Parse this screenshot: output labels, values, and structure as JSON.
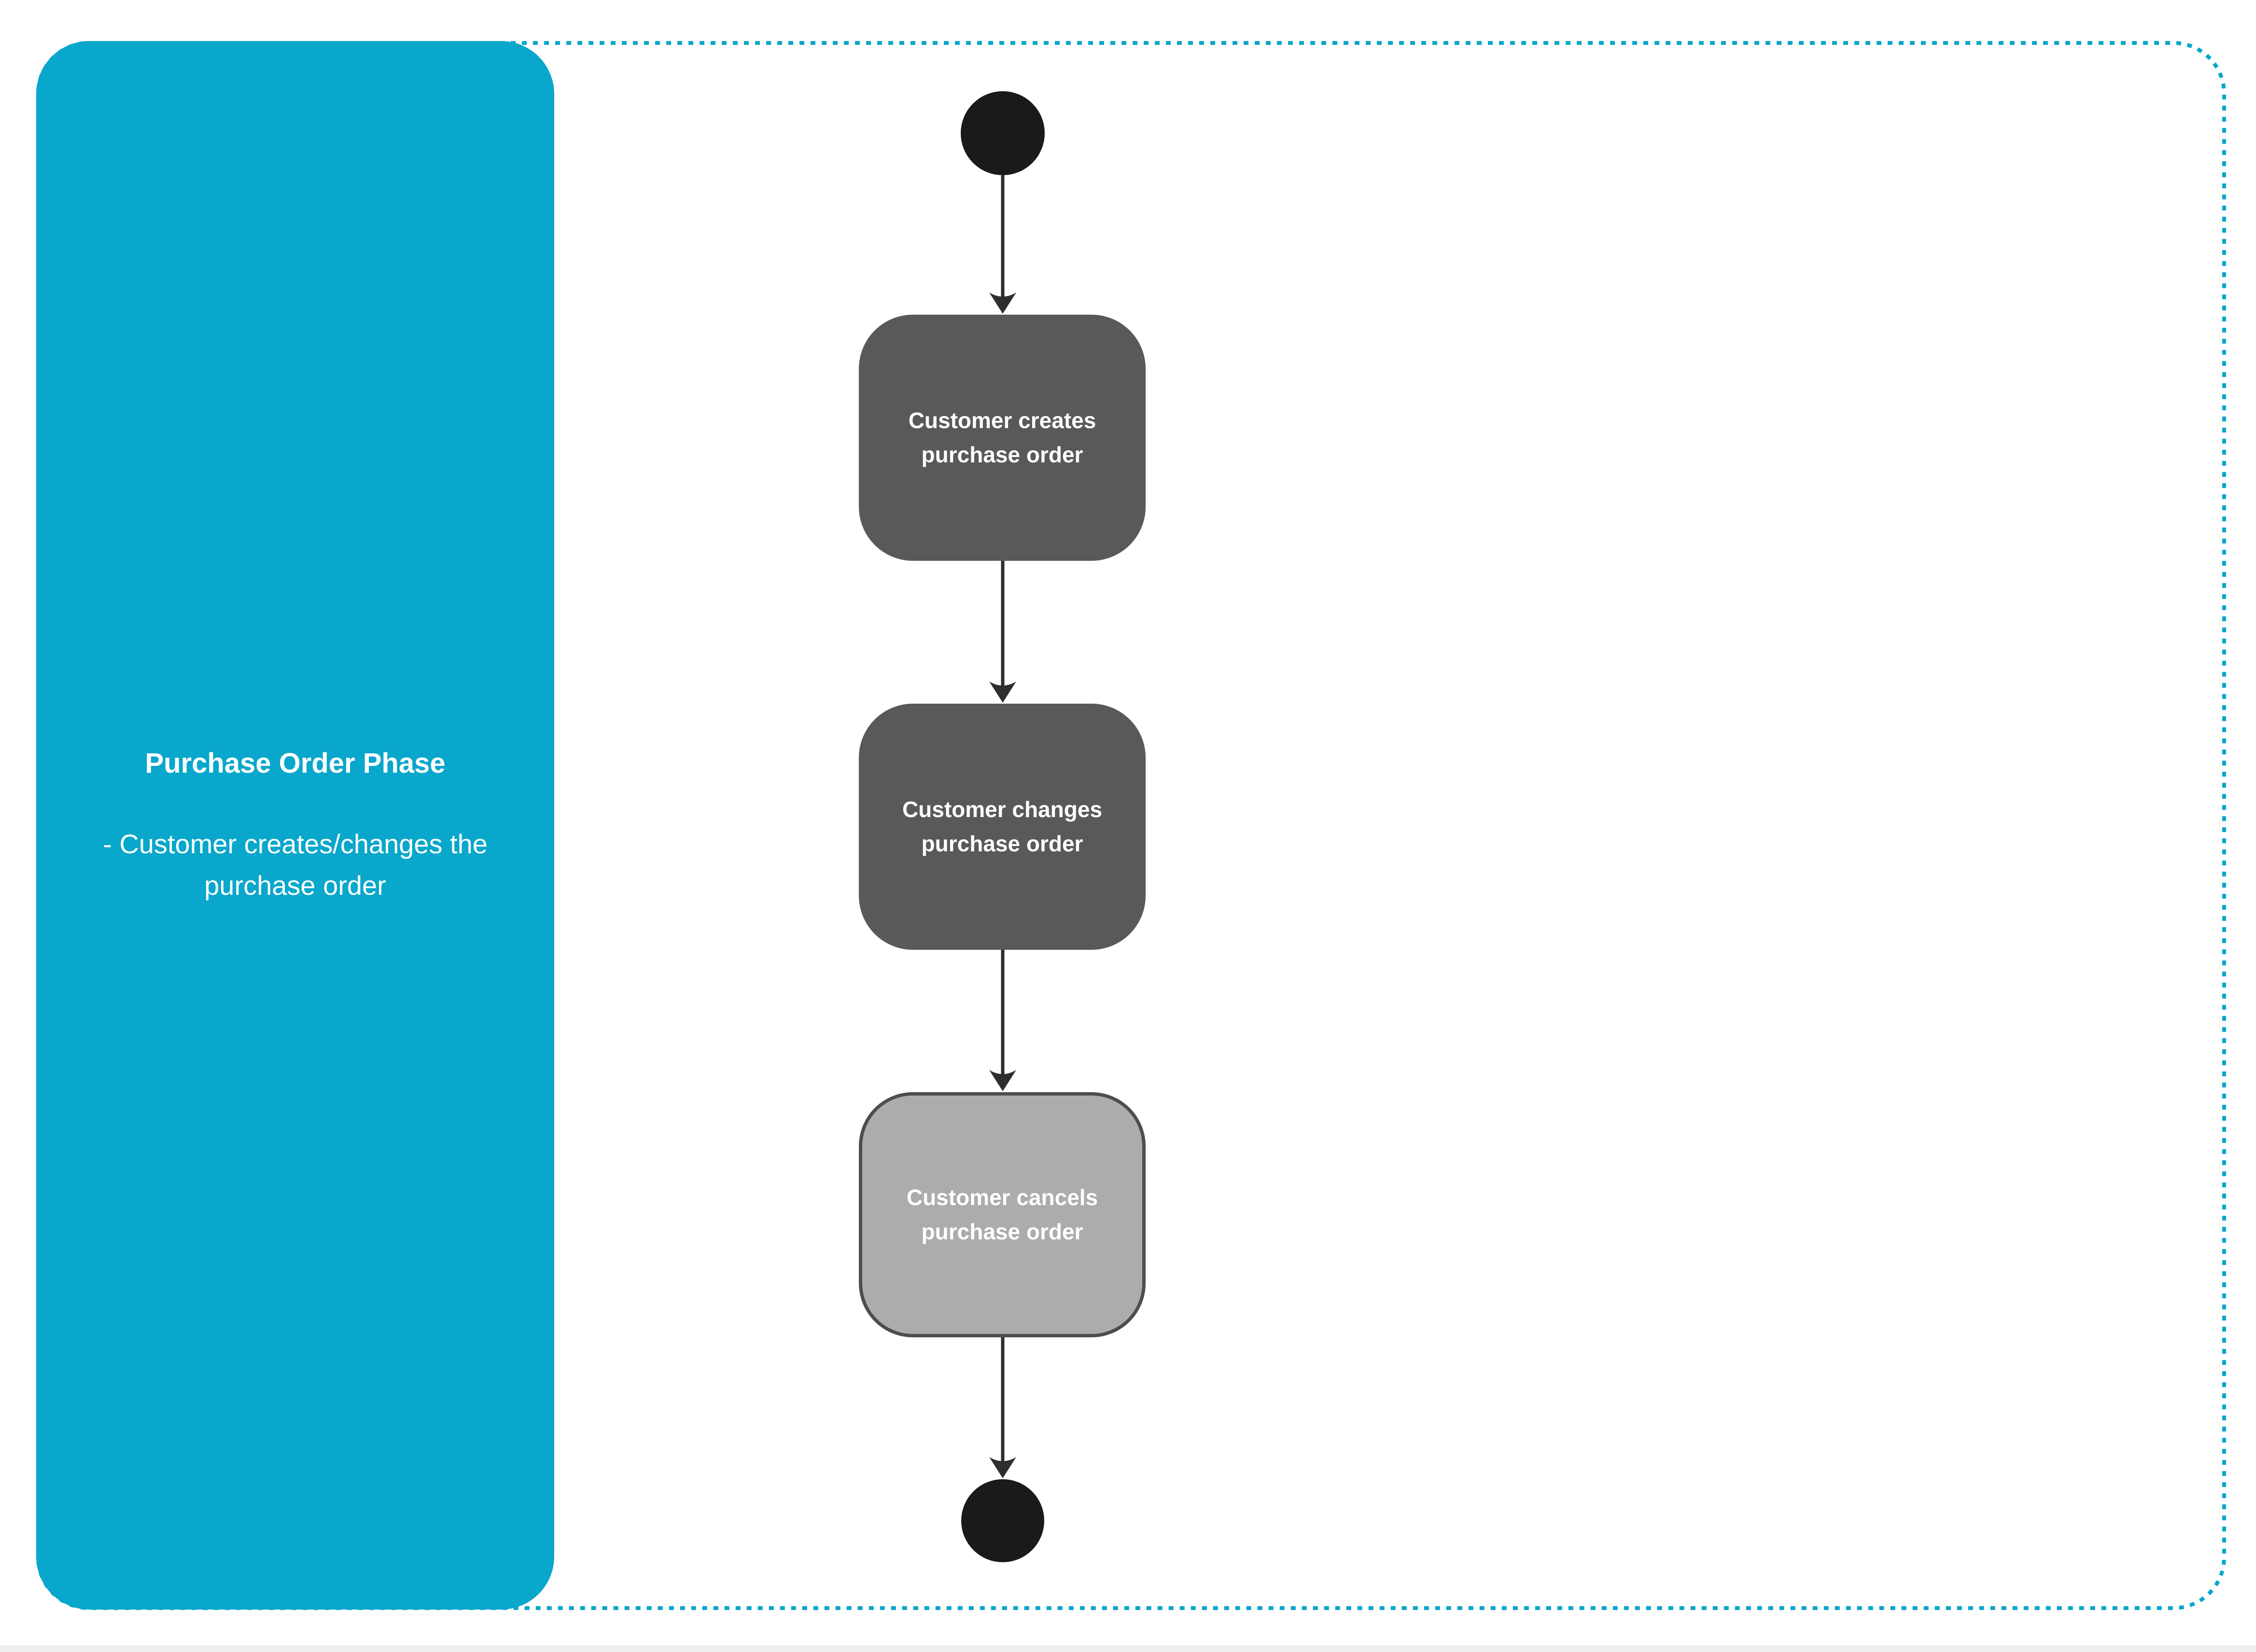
{
  "diagram": {
    "type": "uml-activity-diagram",
    "swimlane": {
      "title": "Purchase Order Phase",
      "description": "- Customer creates/changes the purchase order"
    },
    "nodes": [
      {
        "id": "start",
        "kind": "initial-node",
        "fill": "#1A1A1A"
      },
      {
        "id": "activity-1",
        "kind": "activity",
        "label": "Customer creates purchase order",
        "fill": "#595959",
        "text_color": "#FFFFFF"
      },
      {
        "id": "activity-2",
        "kind": "activity",
        "label": "Customer changes purchase order",
        "fill": "#595959",
        "text_color": "#FFFFFF"
      },
      {
        "id": "activity-3",
        "kind": "activity",
        "label": "Customer cancels purchase order",
        "fill": "#ACACAC",
        "border_color": "#4D4D4D",
        "text_color": "#FFFFFF"
      },
      {
        "id": "end",
        "kind": "final-node",
        "fill": "#1A1A1A"
      }
    ],
    "edges": [
      {
        "from": "start",
        "to": "activity-1"
      },
      {
        "from": "activity-1",
        "to": "activity-2"
      },
      {
        "from": "activity-2",
        "to": "activity-3"
      },
      {
        "from": "activity-3",
        "to": "end"
      }
    ],
    "colors": {
      "swimlane_fill": "#08A7CB",
      "swimlane_border_dashed": "#08A7CB",
      "activity_dark": "#595959",
      "activity_light": "#ACACAC",
      "activity_light_border": "#4D4D4D",
      "edge": "#2E2E2E",
      "terminal_node": "#1A1A1A",
      "background": "#FFFFFF",
      "text_on_fill": "#FFFFFF"
    }
  }
}
